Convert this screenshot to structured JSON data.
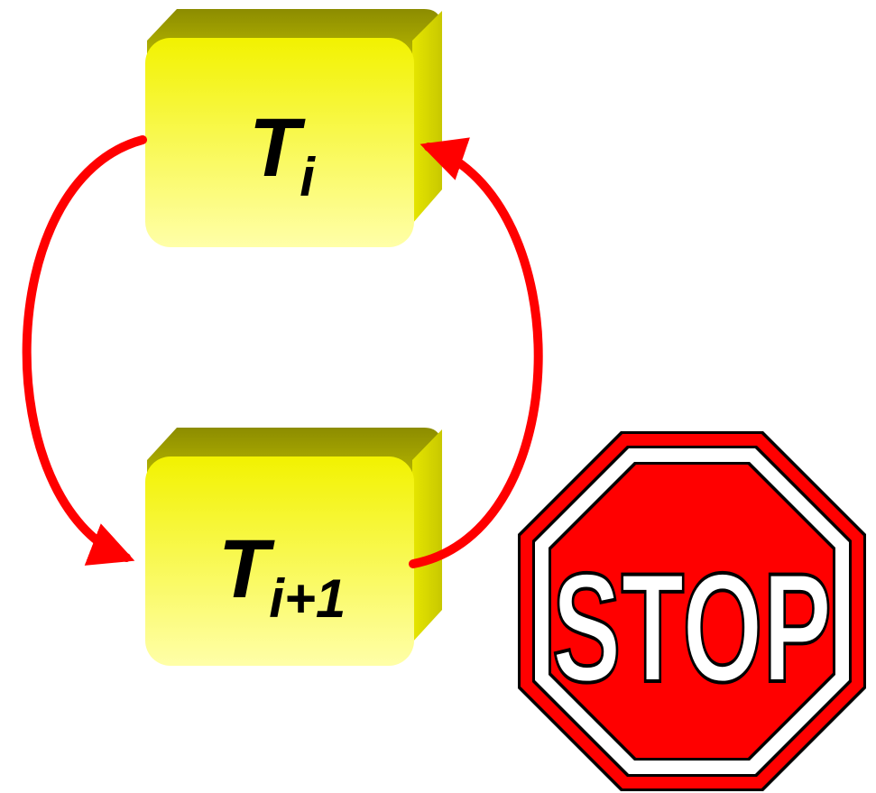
{
  "diagram": {
    "node_top": {
      "main": "T",
      "sub": "i"
    },
    "node_bottom": {
      "main": "T",
      "sub": "i+1"
    },
    "stop_sign": {
      "text": "STOP"
    },
    "colors": {
      "arrow": "#ff0000",
      "box_face_light": "#ffffa8",
      "box_face_dark": "#f0f000",
      "box_top": "#a8a800",
      "box_side": "#dcdc00",
      "sign_red": "#ff0000",
      "sign_white": "#ffffff",
      "sign_border": "#000000"
    }
  }
}
